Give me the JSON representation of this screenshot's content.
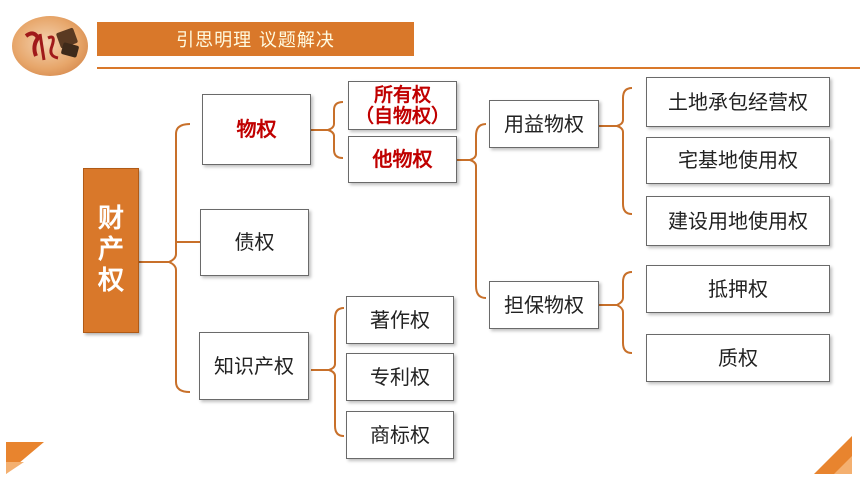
{
  "banner": {
    "title": "引思明理 议题解决"
  },
  "root": {
    "chars": [
      "财",
      "产",
      "权"
    ]
  },
  "level1": {
    "wuquan": "物权",
    "zhaiquan": "债权",
    "zhishi": "知识产权"
  },
  "wuquan_children": {
    "suoyou_line1": "所有权",
    "suoyou_line2": "（自物权）",
    "tawuquan": "他物权"
  },
  "tawuquan_children": {
    "yongyi": "用益物权",
    "danbao": "担保物权"
  },
  "yongyi_children": [
    "土地承包经营权",
    "宅基地使用权",
    "建设用地使用权"
  ],
  "danbao_children": [
    "抵押权",
    "质权"
  ],
  "zhishi_children": [
    "著作权",
    "专利权",
    "商标权"
  ],
  "colors": {
    "accent": "#d9782a",
    "highlight": "#c00000",
    "box_border": "#6a6a6a"
  }
}
